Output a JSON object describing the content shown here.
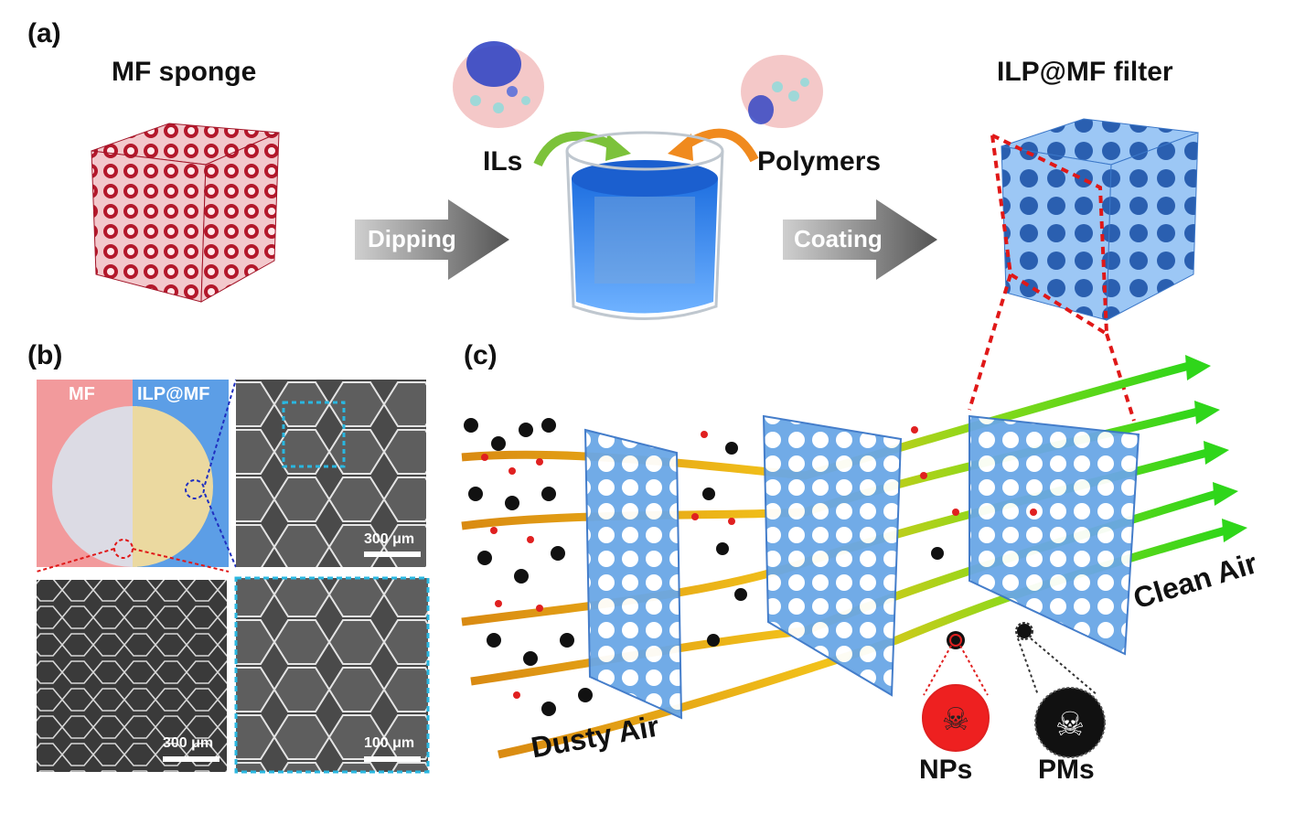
{
  "panel_a": {
    "letter": "(a)",
    "left_title": "MF sponge",
    "right_title": "ILP@MF filter",
    "dip_label": "Dipping",
    "coat_label": "Coating",
    "ils_label": "ILs",
    "poly_label": "Polymers"
  },
  "panel_b": {
    "letter": "(b)",
    "mf_label": "MF",
    "ilp_label": "ILP@MF",
    "scale_tr": "300 μm",
    "scale_bl": "300 μm",
    "scale_br": "100 μm"
  },
  "panel_c": {
    "letter": "(c)",
    "dusty": "Dusty Air",
    "clean": "Clean Air",
    "nps": "NPs",
    "pms": "PMs"
  },
  "colors": {
    "sponge_red": "#c8283a",
    "filter_blue": "#4f8fe0",
    "pm_black": "#111111",
    "np_red": "#e02020",
    "stream_orange": "#e39a1a",
    "stream_green": "#3bd61a"
  }
}
